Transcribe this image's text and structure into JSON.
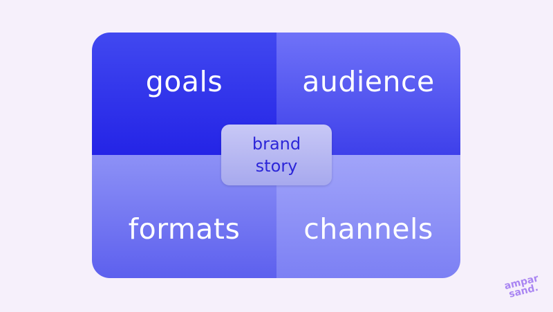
{
  "diagram": {
    "quadrants": {
      "top_left": "goals",
      "top_right": "audience",
      "bottom_left": "formats",
      "bottom_right": "channels"
    },
    "center": {
      "line1": "brand",
      "line2": "story"
    }
  },
  "logo": {
    "line1": "ampar",
    "line2": "sand."
  }
}
